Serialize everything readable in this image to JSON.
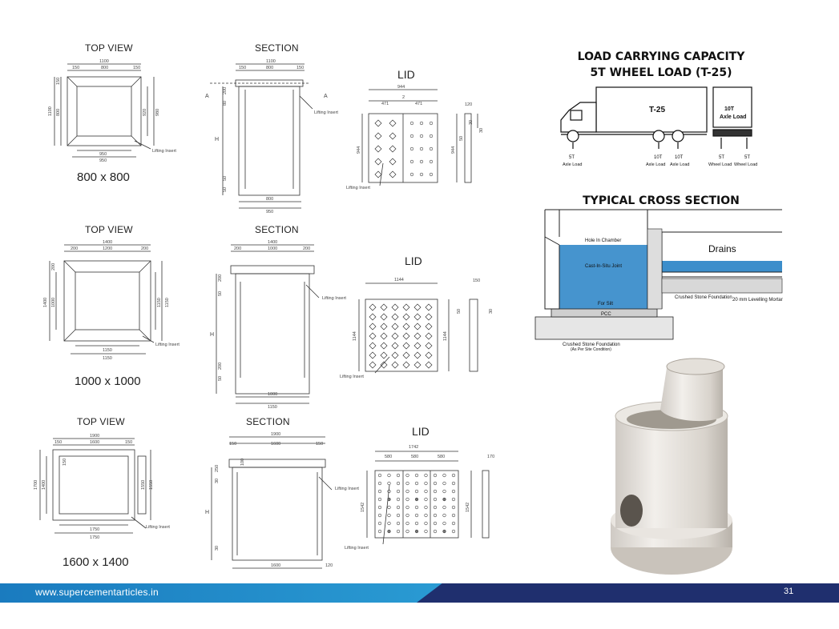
{
  "drawings": [
    {
      "top_view_title": "TOP VIEW",
      "section_title": "SECTION",
      "lid_title": "LID",
      "size_label": "800 x 800",
      "top_dims": {
        "overall": "1100",
        "left": "150",
        "mid": "800",
        "right": "150",
        "bottom1": "950",
        "bottom2": "950",
        "side_outer": "1100",
        "side_inner": "800",
        "side_a": "150",
        "side_b": "920",
        "side_c": "980"
      },
      "section_dims": {
        "overall": "1100",
        "left": "150",
        "mid": "800",
        "right": "150",
        "bottom_mid": "800",
        "bottom_overall": "950",
        "h": "H",
        "a_left": "A",
        "a_right": "A",
        "v1": "200",
        "v2": "80",
        "v3": "50",
        "v4": "50"
      },
      "lid_dims": {
        "width": "944",
        "half_left": "471",
        "gap": "2",
        "half_right": "471",
        "height": "944",
        "side_height": "944",
        "thk": "120",
        "t1": "30",
        "t2": "30",
        "t3": "50"
      },
      "lifting_insert": "Lifting Insert",
      "lifting_insert_top": "Lifting Insert",
      "lifting_insert_section": "Lifting Insert"
    },
    {
      "top_view_title": "TOP VIEW",
      "section_title": "SECTION",
      "lid_title": "LID",
      "size_label": "1000 x 1000",
      "top_dims": {
        "overall": "1400",
        "left": "200",
        "mid": "1200",
        "right": "200",
        "bottom1": "1150",
        "bottom2": "1150",
        "side_outer": "1400",
        "side_inner": "1000",
        "side_a": "200",
        "side_b": "1150",
        "side_c": "1150"
      },
      "section_dims": {
        "overall": "1400",
        "left": "200",
        "mid": "1000",
        "right": "200",
        "bottom_mid": "1000",
        "bottom_overall": "1150",
        "h": "H",
        "v1": "200",
        "v2": "50",
        "v3": "200",
        "v4": "50"
      },
      "lid_dims": {
        "width": "1144",
        "height": "1144",
        "side_height": "1144",
        "thk": "150",
        "t1": "50",
        "t2": "30"
      },
      "lifting_insert": "Lifting Insert",
      "lifting_insert_top": "Lifting Insert",
      "lifting_insert_section": "Lifting Insert"
    },
    {
      "top_view_title": "TOP VIEW",
      "section_title": "SECTION",
      "lid_title": "LID",
      "size_label": "1600 x 1400",
      "top_dims": {
        "overall": "1900",
        "left": "150",
        "mid": "1600",
        "right": "150",
        "bottom1": "1750",
        "bottom2": "1750",
        "side_outer": "1700",
        "side_inner": "1400",
        "side_a": "150",
        "side_b": "1550",
        "side_c": "1550"
      },
      "section_dims": {
        "overall": "1900",
        "left": "150",
        "mid": "1600",
        "right": "150",
        "bottom_mid": "1600",
        "bottom_overall": "120",
        "h": "H",
        "v1": "250",
        "v2": "30",
        "v3": "30",
        "v4": "100"
      },
      "lid_dims": {
        "width": "1742",
        "p1": "580",
        "p2": "580",
        "p3": "580",
        "height": "1542",
        "side_height": "1542",
        "thk": "170"
      },
      "lifting_insert": "Lifting Insert",
      "lifting_insert_top": "Lifting Insert",
      "lifting_insert_section": "Lifting Insert"
    }
  ],
  "load": {
    "heading_line1": "LOAD CARRYING CAPACITY",
    "heading_line2": "5T WHEEL LOAD (T-25)",
    "truck_label": "T-25",
    "rear_label_line1": "10T",
    "rear_label_line2": "Axle Load",
    "axle_labels": [
      {
        "top": "5T",
        "bottom": "Axle Load"
      },
      {
        "top": "10T",
        "bottom": "Axle Load"
      },
      {
        "top": "10T",
        "bottom": "Axle Load"
      },
      {
        "top": "5T",
        "bottom": "Wheel Load"
      },
      {
        "top": "5T",
        "bottom": "Wheel Load"
      }
    ]
  },
  "cross_section": {
    "heading": "TYPICAL CROSS SECTION",
    "drains": "Drains",
    "labels": {
      "hole": "Hole In Chamber",
      "joint": "Cast-In-Situ Joint",
      "silt": "For Silt",
      "pcc": "PCC",
      "crushed_right": "Crushed Stone Foundation",
      "levelling": "20 mm Levelling Mortar",
      "crushed_bottom": "Crushed Stone Foundation",
      "site": "(As Per Site Condition)"
    }
  },
  "colors": {
    "water": "#3c8ecb",
    "footer_left": "#1a7bbf",
    "footer_right": "#1f2f6e",
    "line": "#333333"
  },
  "footer": {
    "url": "www.supercementarticles.in",
    "page": "31"
  }
}
